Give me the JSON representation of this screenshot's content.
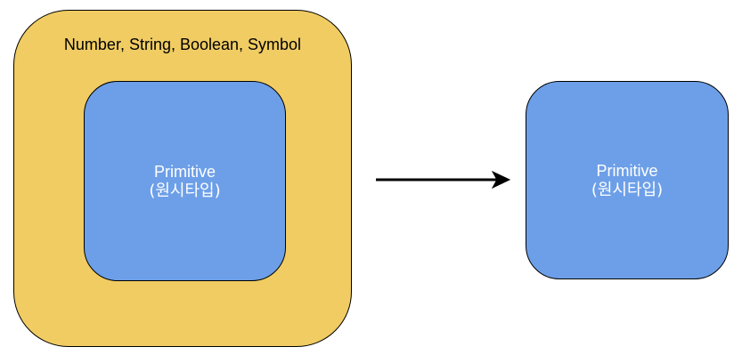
{
  "diagram": {
    "outer_box": {
      "label": "Number, String, Boolean, Symbol",
      "color": "#f0cc63"
    },
    "inner_box": {
      "line1": "Primitive",
      "line2": "(원시타입)",
      "color": "#6d9fe8"
    },
    "right_box": {
      "line1": "Primitive",
      "line2": "(원시타입)",
      "color": "#6d9fe8"
    },
    "arrow": {
      "direction": "right",
      "color": "#000000"
    }
  }
}
